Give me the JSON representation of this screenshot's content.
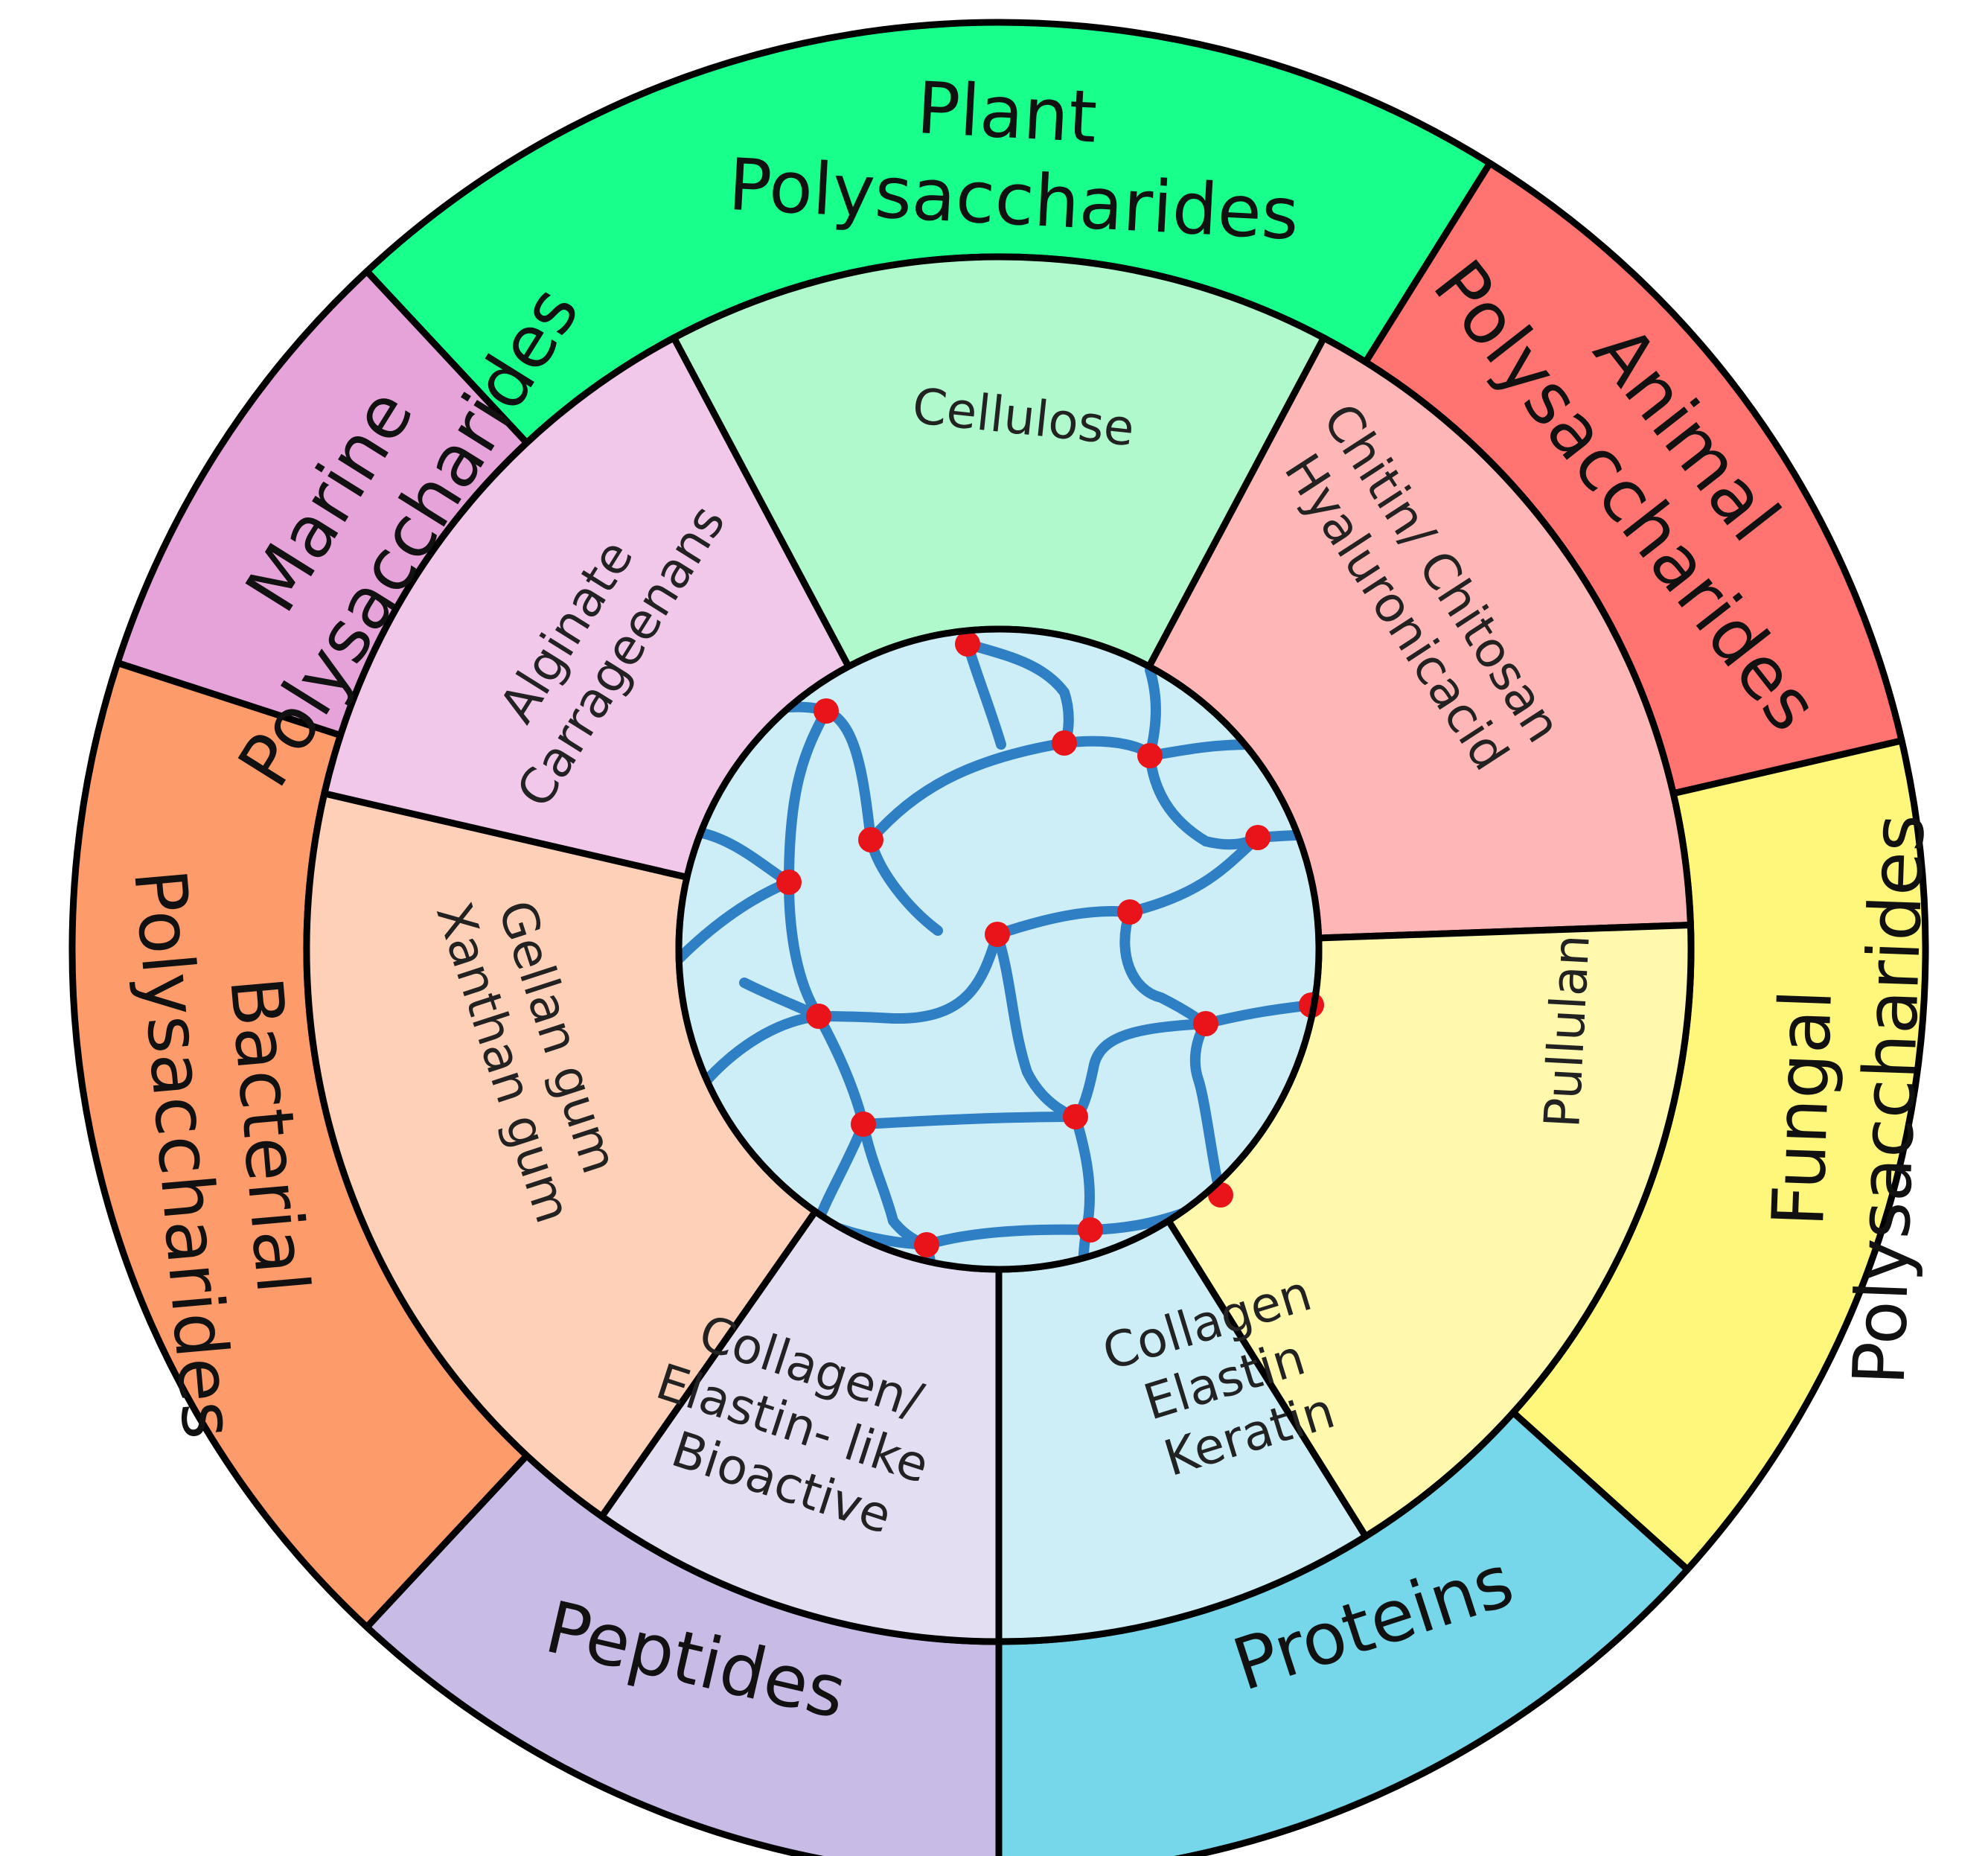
{
  "colors": {
    "line": "#000000",
    "fiber": "#2e7fc4",
    "crosslink": "#e8141a",
    "network_bg": "#cdeef7"
  },
  "sectors": [
    {
      "id": "plant",
      "outer_color": "#19ff8c",
      "inner_color": "#b0f9cc",
      "outer_lines": [
        "Plant",
        "Polysaccharides"
      ],
      "inner_lines": [
        "Cellulose"
      ]
    },
    {
      "id": "animal",
      "outer_color": "#ff7470",
      "inner_color": "#ffb6b6",
      "outer_lines": [
        "Animal",
        "Polysaccharides"
      ],
      "inner_lines": [
        "Chitin/ Chitosan",
        "Hyaluronicacid"
      ]
    },
    {
      "id": "fungal",
      "outer_color": "#fef77b",
      "inner_color": "#fff8ad",
      "outer_lines": [
        "Fungal",
        "Polysaccharides"
      ],
      "inner_lines": [
        "Pullulan"
      ]
    },
    {
      "id": "proteins",
      "outer_color": "#75d7e9",
      "inner_color": "#cdeef7",
      "outer_lines": [
        "Proteins"
      ],
      "inner_lines": [
        "Collagen",
        "Elastin",
        "Keratin"
      ]
    },
    {
      "id": "peptides",
      "outer_color": "#c8bce6",
      "inner_color": "#e4def3",
      "outer_lines": [
        "Peptides"
      ],
      "inner_lines": [
        "Collagen/",
        "Elastin- like",
        "Bioactive"
      ]
    },
    {
      "id": "bacterial",
      "outer_color": "#fe9b6b",
      "inner_color": "#fed0b8",
      "outer_lines": [
        "Bacterial",
        "Polysaccharides"
      ],
      "inner_lines": [
        "Gellan gum",
        "Xanthan gum"
      ]
    },
    {
      "id": "marine",
      "outer_color": "#e6a3da",
      "inner_color": "#f2c8ea",
      "outer_lines": [
        "Marine",
        "Polysaccharides"
      ],
      "inner_lines": [
        "Alginate",
        "Carrageenans"
      ]
    }
  ]
}
